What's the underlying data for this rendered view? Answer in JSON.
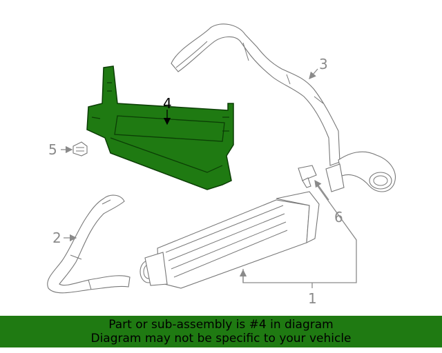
{
  "callouts": {
    "c1": "1",
    "c2": "2",
    "c3": "3",
    "c4": "4",
    "c5": "5",
    "c6": "6"
  },
  "banner": {
    "line1": "Part or sub-assembly is #4 in diagram",
    "line2": "Diagram may not be specific to your vehicle"
  },
  "colors": {
    "highlight": "#1f7a12",
    "banner_bg": "#1f7a12",
    "line_art": "#8a8a8a"
  }
}
